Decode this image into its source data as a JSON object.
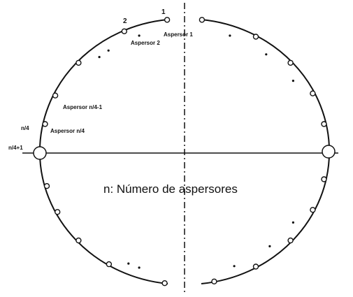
{
  "labels": {
    "num_1": "1",
    "num_2": "2",
    "sprinkler_1": "Aspersor 1",
    "sprinkler_2": "Aspersor 2",
    "sprinkler_n4_minus_1": "Aspersor n/4-1",
    "sprinkler_n4": "Aspersor n/4",
    "n4": "n/4",
    "n4_plus_1": "n/4+1",
    "caption": "n: Número de aspersores"
  },
  "colors": {
    "stroke": "#111111",
    "background": "#ffffff"
  }
}
